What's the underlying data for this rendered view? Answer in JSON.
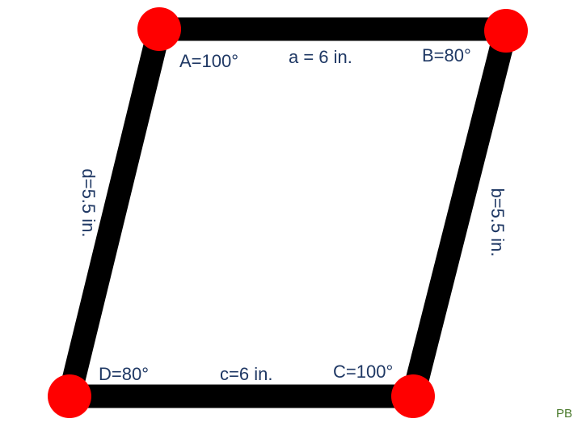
{
  "shape": "parallelogram",
  "colors": {
    "sides": "#000000",
    "vertices": "#ff0000",
    "labels": "#1f3864",
    "credit": "#4a7a2c",
    "background": "#ffffff"
  },
  "angles": {
    "A": "A=100°",
    "B": "B=80°",
    "C": "C=100°",
    "D": "D=80°"
  },
  "sides": {
    "a": "a = 6 in.",
    "b": "b=5.5 in.",
    "c": "c=6 in.",
    "d": "d=5.5 in."
  },
  "credit": "PB"
}
